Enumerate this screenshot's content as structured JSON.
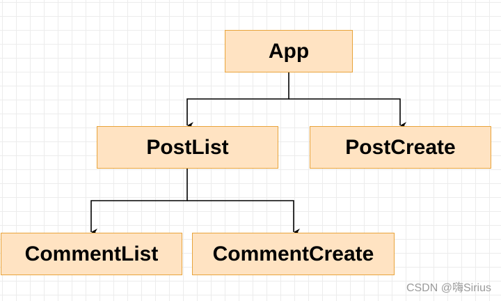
{
  "nodes": {
    "app": "App",
    "postlist": "PostList",
    "postcreate": "PostCreate",
    "commentlist": "CommentList",
    "commentcreate": "CommentCreate"
  },
  "edges": [
    [
      "App",
      "PostList"
    ],
    [
      "App",
      "PostCreate"
    ],
    [
      "PostList",
      "CommentList"
    ],
    [
      "PostList",
      "CommentCreate"
    ]
  ],
  "watermark": "CSDN @嗨Sirius",
  "colors": {
    "node_fill": "#ffe3c2",
    "node_border": "#e8a33a",
    "edge": "#000000"
  }
}
